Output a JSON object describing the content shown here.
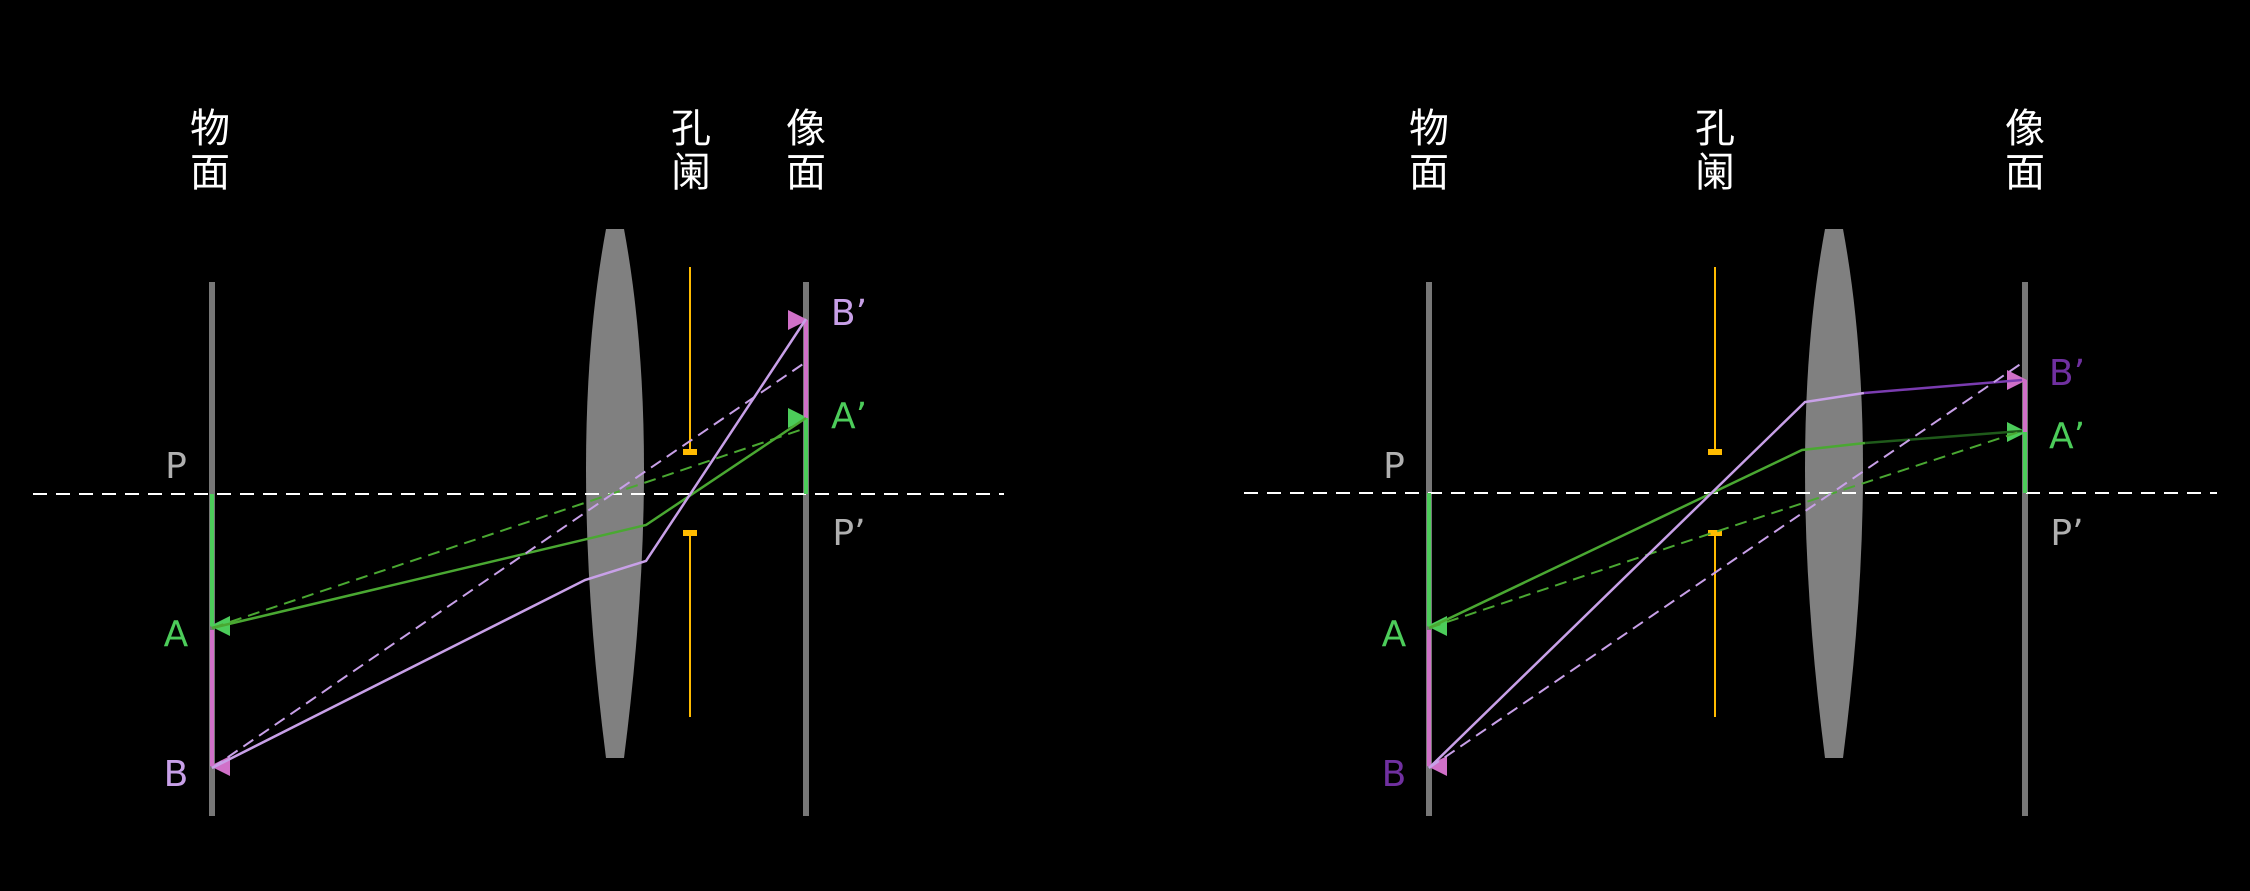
{
  "colors": {
    "background": "#000000",
    "plane": "#777777",
    "lens": "#808080",
    "axis": "#ffffff",
    "stop": "#ffbb00",
    "green_arrow": "#4ccc5a",
    "green_ray": "#4aa832",
    "green_ray_dark": "#1f5a1a",
    "purple_ray": "#c8a0e8",
    "purple_ray_dark": "#7a3cb0",
    "pink_arrow": "#d070c8",
    "label_grey": "#b0b0b0",
    "label_b_right": "#7030a0"
  },
  "panels": [
    {
      "object_plane": [
        "物",
        "面"
      ],
      "stop": [
        "孔",
        "阑"
      ],
      "image_plane": [
        "像",
        "面"
      ],
      "labels": {
        "P": "P",
        "A": "A",
        "B": "B",
        "A_prime": "A’",
        "B_prime": "B’",
        "P_prime": "P’"
      }
    },
    {
      "object_plane": [
        "物",
        "面"
      ],
      "stop": [
        "孔",
        "阑"
      ],
      "image_plane": [
        "像",
        "面"
      ],
      "labels": {
        "P": "P",
        "A": "A",
        "B": "B",
        "A_prime": "A’",
        "B_prime": "B’",
        "P_prime": "P’"
      }
    }
  ]
}
